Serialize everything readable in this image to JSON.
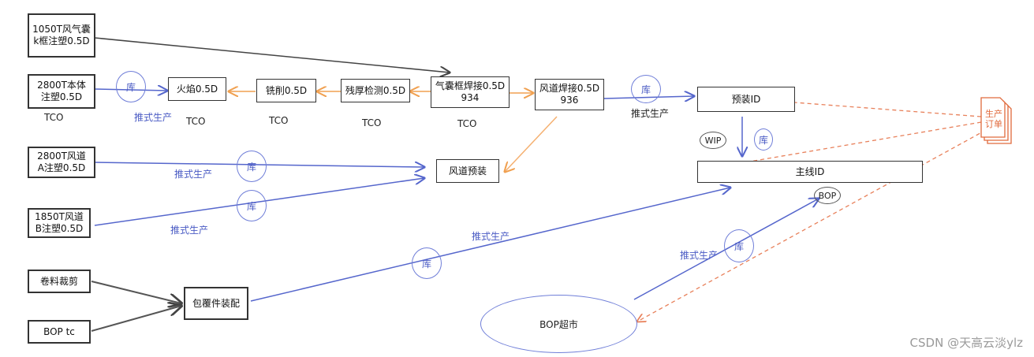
{
  "boxes": {
    "b1050": "1050T风气囊\nk框注塑0.5D",
    "b2800body": "2800T本体\n注塑0.5D",
    "huoyan": "火焰0.5D",
    "xiaoxue": "铣削0.5D",
    "canhou": "残厚检测0.5D",
    "qinang": "气囊框焊接0.5D\n934",
    "fengdao_weld": "风道焊接0.5D\n936",
    "yuzhuang": "预装ID",
    "zhuxian": "主线ID",
    "b2800a": "2800T风道\nA注塑0.5D",
    "b1850b": "1850T风道\nB注塑0.5D",
    "fengdao_pre": "风道预装",
    "juanliao": "卷料裁剪",
    "bop_tc": "BOP tc",
    "baofu": "包覆件装配"
  },
  "labels": {
    "tco": "TCO",
    "push": "推式生产",
    "ku": "库",
    "wip": "WIP",
    "bop": "BOP",
    "bop_market": "BOP超市",
    "order": "生产\n订单"
  },
  "watermark": "CSDN @天高云淡ylz"
}
